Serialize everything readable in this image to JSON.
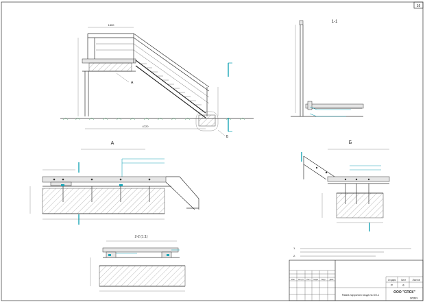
{
  "sheet": {
    "page_number": "16",
    "main_title": "Рампа наружного входа на ОО-1",
    "detail_a_label": "А",
    "detail_b_label": "Б",
    "section_label": "1-1",
    "section_2_label": "2-2 (1:1)"
  },
  "notes": [
    "1.",
    "2."
  ],
  "dimensions": {
    "top_overall": "1800",
    "flight_length": "4720"
  },
  "title_block": {
    "title": "Рампа наружного входа на ОО-1",
    "stage_header": "Стадия",
    "sheet_header": "Лист",
    "sheets_header": "Листов",
    "stage_value": "Р",
    "sheet_value": "6",
    "company": "ООО \"СПСК\"",
    "year": "2022г.",
    "col_headers": [
      "Изм.",
      "Кол.уч",
      "Лист",
      "№док",
      "Подп.",
      "Дата"
    ]
  },
  "colors": {
    "accent": "#1aa6b7",
    "grass": "#56b27a",
    "line": "#333333"
  }
}
